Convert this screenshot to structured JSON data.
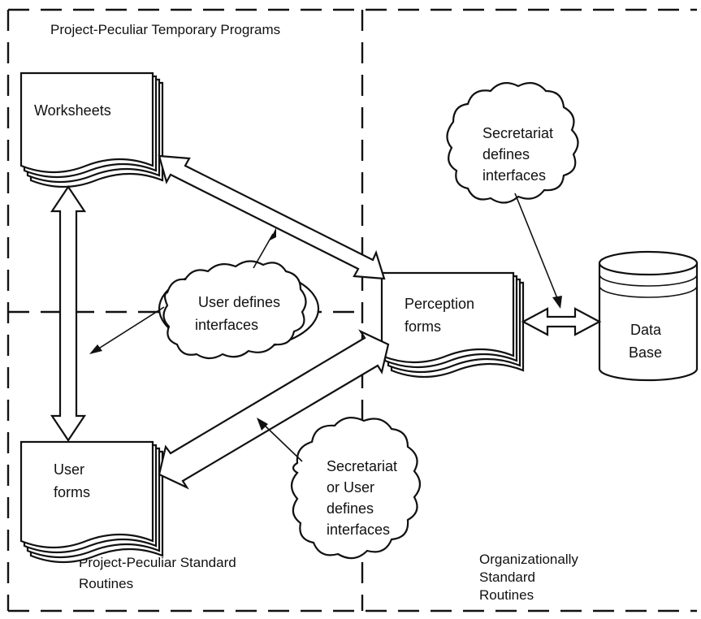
{
  "regions": {
    "top_left": "Project-Peculiar Temporary Programs",
    "bottom_left": [
      "Project-Peculiar Standard",
      "Routines"
    ],
    "bottom_right": [
      "Organizationally",
      "Standard",
      "Routines"
    ]
  },
  "documents": {
    "worksheets": [
      "Worksheets"
    ],
    "user_forms": [
      "User",
      "forms"
    ],
    "perception_forms": [
      "Perception",
      "forms"
    ]
  },
  "database": [
    "Data",
    "Base"
  ],
  "clouds": {
    "user": [
      "User defines",
      "interfaces"
    ],
    "secretariat": [
      "Secretariat",
      "defines",
      "interfaces"
    ],
    "secretariat_or_user": [
      "Secretariat",
      "or User",
      "defines",
      "interfaces"
    ]
  }
}
